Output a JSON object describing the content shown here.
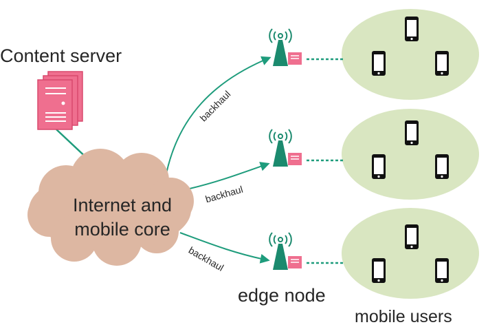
{
  "labels": {
    "content_server": "Content server",
    "cloud_line1": "Internet and",
    "cloud_line2": "mobile core",
    "backhaul": "backhaul",
    "edge_node": "edge node",
    "mobile_users": "mobile users"
  },
  "colors": {
    "cloud_fill": "#ddb7a2",
    "link_green": "#1e9c7c",
    "tower_green": "#1b8a6e",
    "server_pink": "#ef6f8f",
    "server_stroke": "#d9486d",
    "ellipse_fill": "#d9e6c1",
    "phone": "#111111"
  },
  "icons": {
    "server": "server-stack-icon",
    "tower": "radio-tower-icon",
    "phone": "smartphone-icon"
  }
}
